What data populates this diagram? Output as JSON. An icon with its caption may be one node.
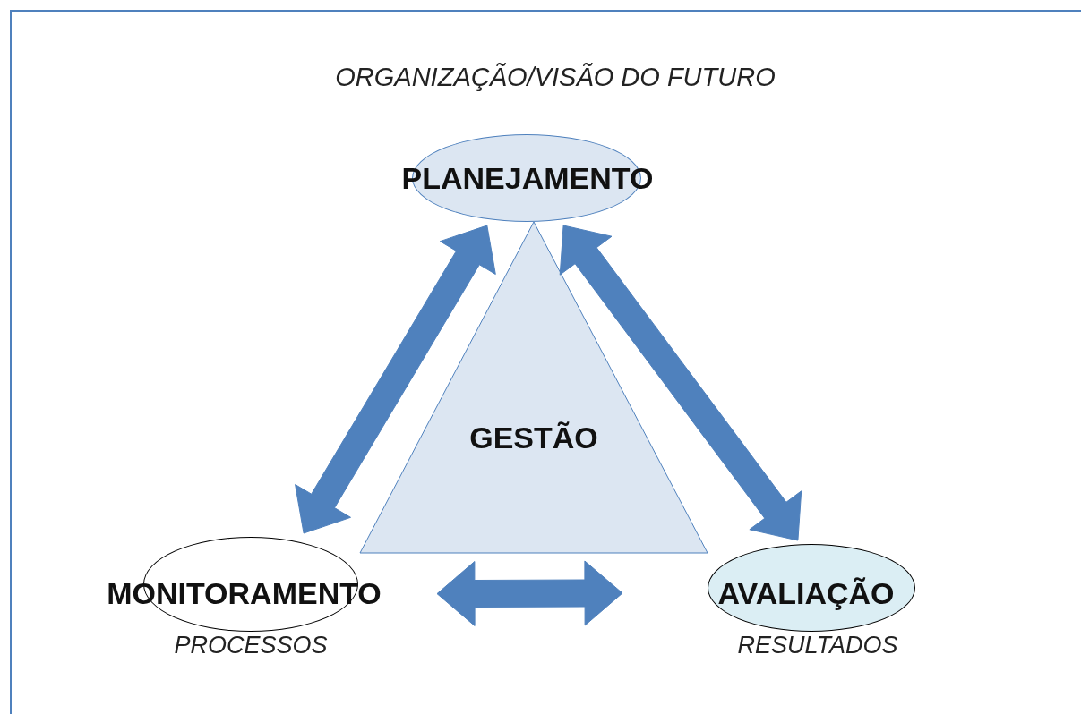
{
  "diagram": {
    "title": "ORGANIZAÇÃO/VISÃO DO FUTURO",
    "nodes": [
      {
        "text": [
          "PLANEJAMENTO"
        ]
      },
      {
        "text": [
          "GESTÃO"
        ]
      },
      {
        "text": [
          "MONITORAMENTO"
        ],
        "beside": [
          "PROCESSOS"
        ]
      },
      {
        "text": [
          "AVALIAÇÃO"
        ],
        "beside": [
          "RESULTADOS"
        ]
      }
    ],
    "edges": [
      {
        "from": 0,
        "to": 2,
        "arrow": "both",
        "style": "thick"
      },
      {
        "from": 0,
        "to": 3,
        "arrow": "both",
        "style": "thick"
      },
      {
        "from": 2,
        "to": 3,
        "arrow": "both",
        "style": "thick"
      }
    ]
  }
}
